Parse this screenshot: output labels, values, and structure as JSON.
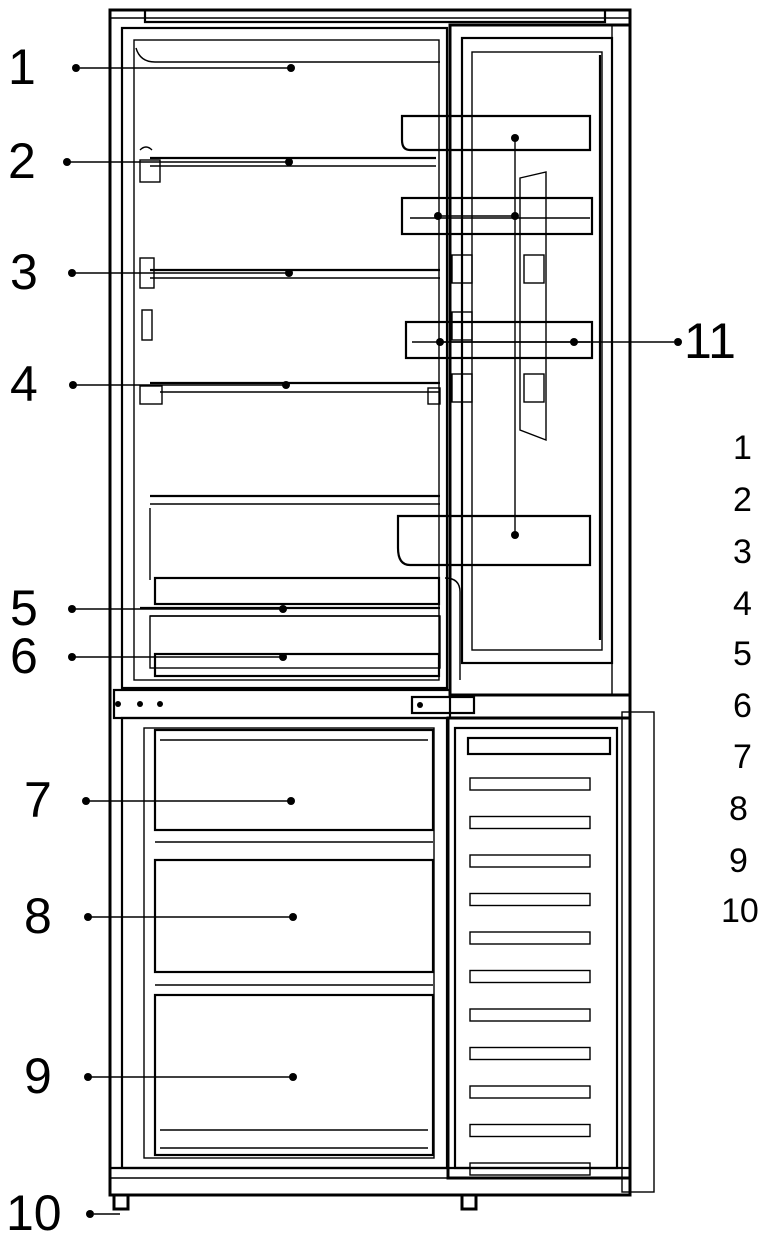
{
  "callouts": [
    {
      "number": "1"
    },
    {
      "number": "2"
    },
    {
      "number": "3"
    },
    {
      "number": "4"
    },
    {
      "number": "5"
    },
    {
      "number": "6"
    },
    {
      "number": "7"
    },
    {
      "number": "8"
    },
    {
      "number": "9"
    },
    {
      "number": "10"
    },
    {
      "number": "11"
    }
  ],
  "legend_numbers_partial": [
    "1",
    "2",
    "3",
    "4",
    "5",
    "6",
    "7",
    "8",
    "9",
    "10"
  ]
}
